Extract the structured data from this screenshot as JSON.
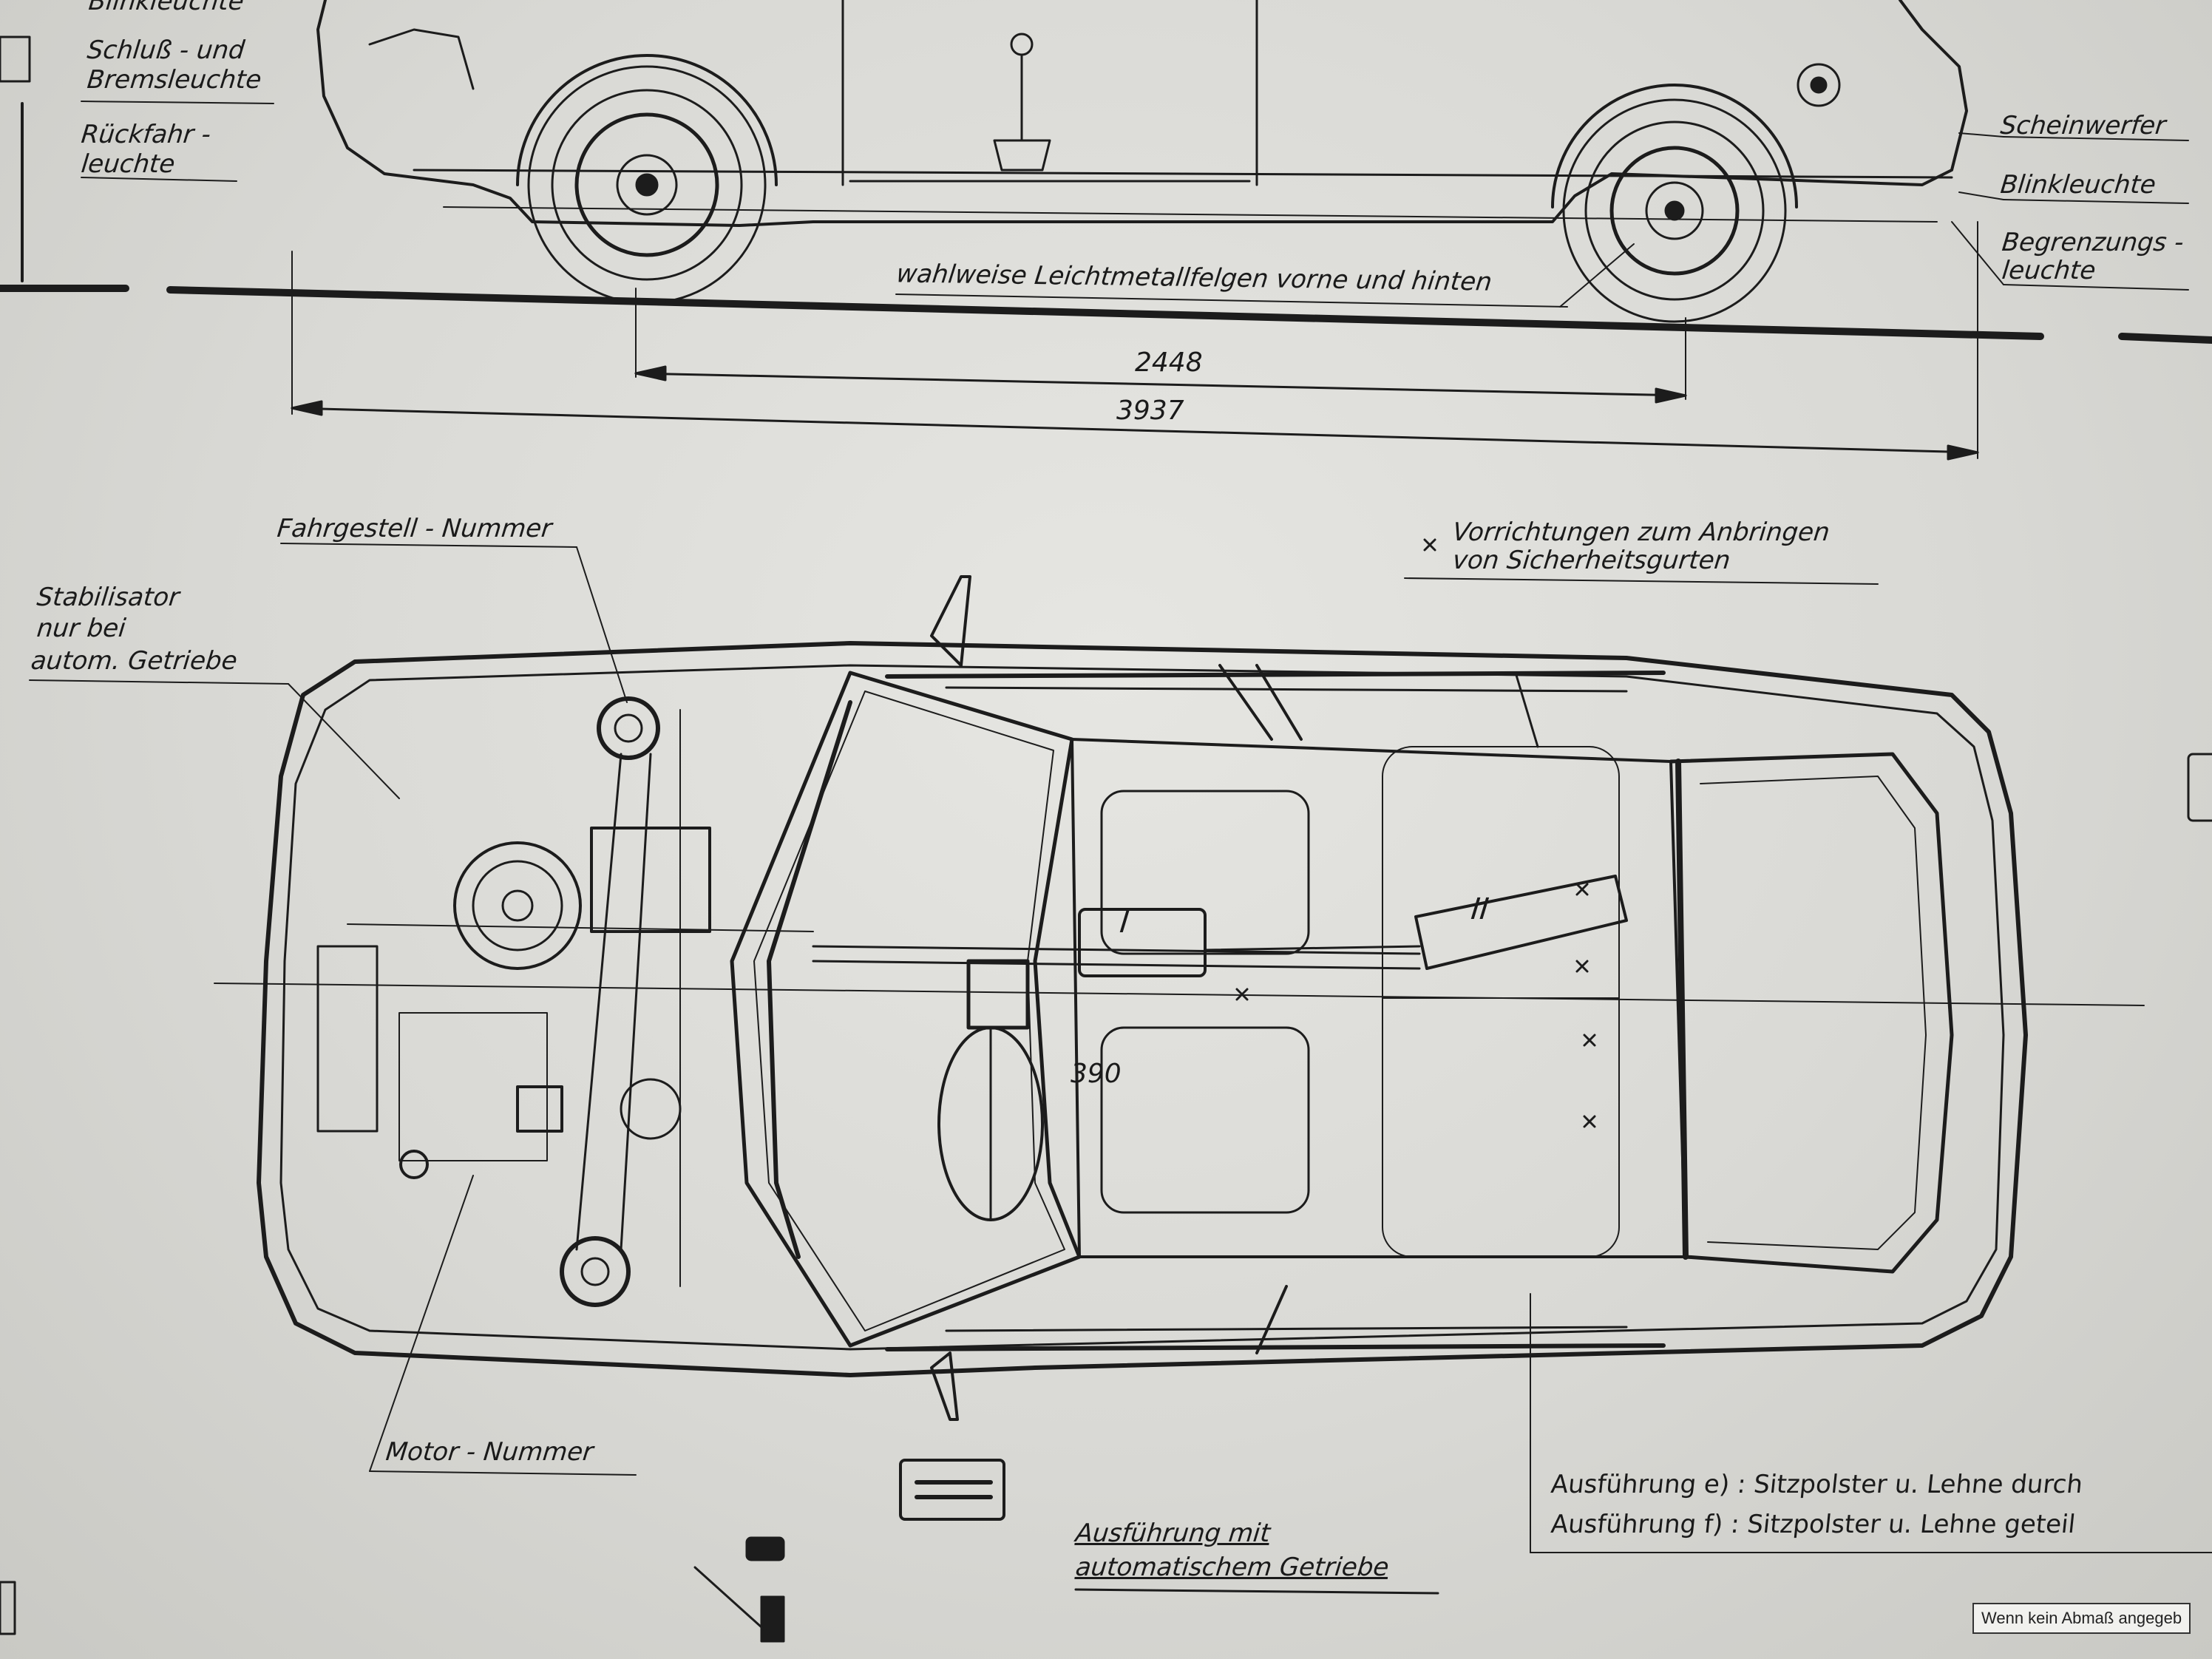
{
  "labels": {
    "blinkleuchte_top": "Blinkleuchte",
    "schluss_bremsleuchte_1": "Schluß - und",
    "schluss_bremsleuchte_2": "Bremsleuchte",
    "rueckfahr_1": "Rückfahr -",
    "rueckfahr_2": "leuchte",
    "scheinwerfer": "Scheinwerfer",
    "blinkleuchte_right": "Blinkleuchte",
    "begrenzung_1": "Begrenzungs -",
    "begrenzung_2": "leuchte",
    "leichtmetall": "wahlweise  Leichtmetallfelgen  vorne  und  hinten",
    "fahrgestell": "Fahrgestell - Nummer",
    "stabilisator_1": "Stabilisator",
    "stabilisator_2": "nur  bei",
    "stabilisator_3": "autom.  Getriebe",
    "gurte_1": "Vorrichtungen  zum  Anbringen",
    "gurte_2": "von  Sicherheitsgurten",
    "motor": "Motor - Nummer",
    "auto_getriebe_1": "Ausführung  mit",
    "auto_getriebe_2": "automatischem  Getriebe",
    "ausfuehrung_e": "Ausführung  e) :  Sitzpolster  u.  Lehne  durch",
    "ausfuehrung_f": "Ausführung  f) :  Sitzpolster  u.  Lehne  geteil",
    "marker_1": "I",
    "marker_2": "II"
  },
  "dimensions": {
    "wheelbase": "2448",
    "length": "3937",
    "seat": "390"
  },
  "note": {
    "text": "Wenn kein Abmaß angegeb"
  },
  "colors": {
    "ink": "#1c1c1c",
    "paper": "#e2e2de"
  }
}
